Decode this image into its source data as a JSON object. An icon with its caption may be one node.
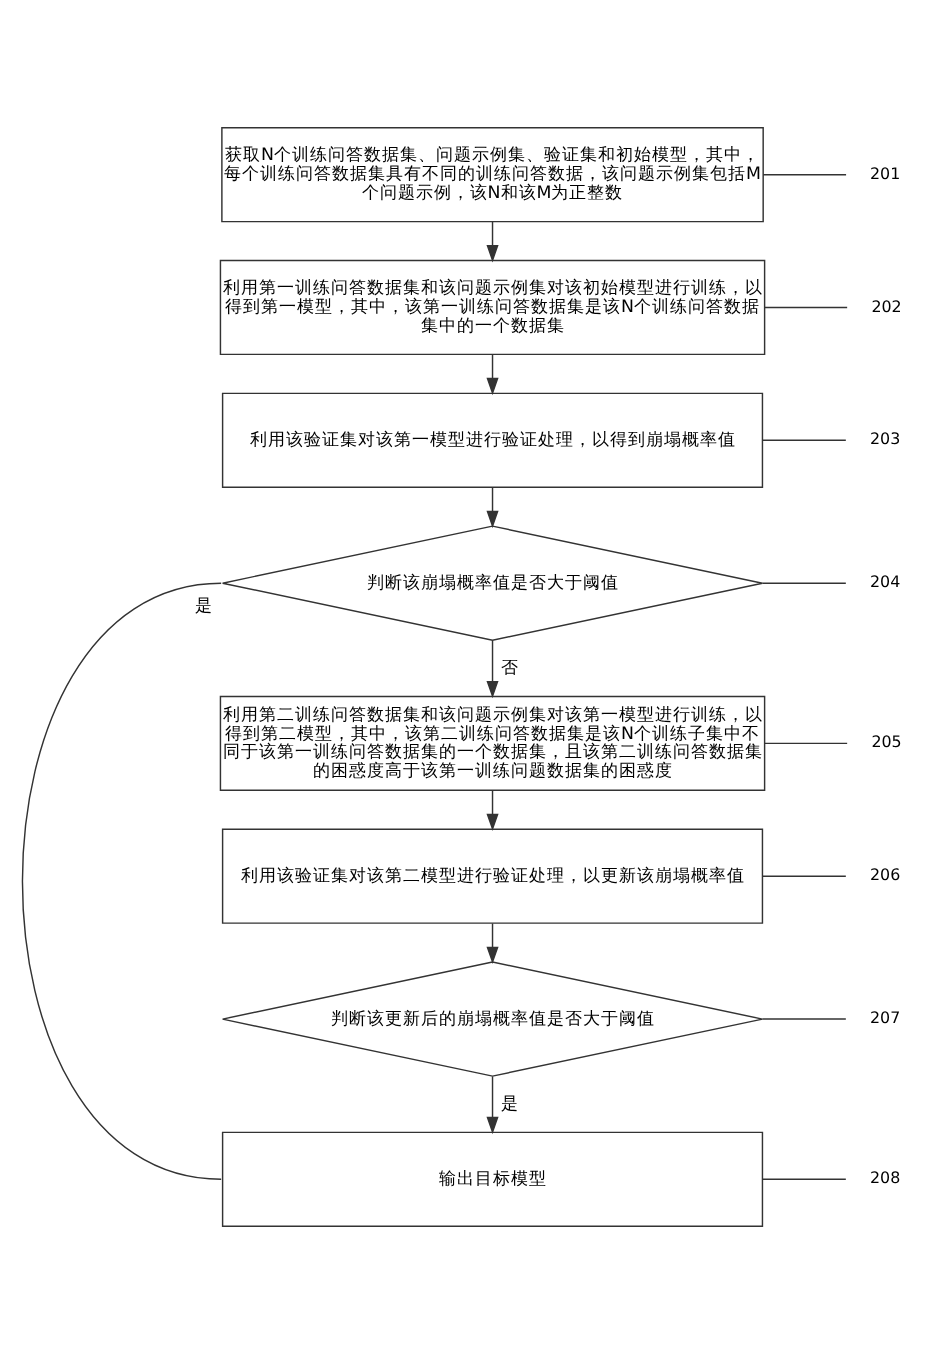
{
  "diagram": {
    "nodes": [
      {
        "text": [
          "获取N个训练问答数据集、问题示例集、验证集和初始模型，其中，每个训练问答数据集具有不同的训练问答数据，该问题示例集包括M个问题示例，该N和该M为正整数"
        ]
      },
      {
        "text": [
          "利用第一训练问答数据集和该问题示例集对该初始模型进行训练，以得到第一模型，其中，该第一训练问答数据集是该N个训练问答数据集中的一个数据集"
        ]
      },
      {
        "text": [
          "利用该验证集对该第一模型进行验证处理，以得到崩塌概率值"
        ]
      },
      {
        "text": [
          "判断该崩塌概率值是否大于阈值"
        ]
      },
      {
        "text": [
          "利用第二训练问答数据集和该问题示例集对该第一模型进行训练，以得到第二模型，其中，该第二训练问答数据集是该N个训练子集中不同于该第一训练问答数据集的一个数据集，且该第二训练问答数据集的困惑度高于该第一训练问题数据集的困惑度"
        ]
      },
      {
        "text": [
          "利用该验证集对该第二模型进行验证处理，以更新该崩塌概率值"
        ]
      },
      {
        "text": [
          "判断该更新后的崩塌概率值是否大于阈值"
        ]
      },
      {
        "text": [
          "输出目标模型"
        ]
      },
      {
        "text": [
          "201"
        ]
      },
      {
        "text": [
          "202"
        ]
      },
      {
        "text": [
          "203"
        ]
      },
      {
        "text": [
          "204"
        ]
      },
      {
        "text": [
          "205"
        ]
      },
      {
        "text": [
          "206"
        ]
      },
      {
        "text": [
          "207"
        ]
      },
      {
        "text": [
          "208"
        ]
      }
    ],
    "edges": [
      {
        "from": 0,
        "to": 1,
        "arrow": "to"
      },
      {
        "from": 1,
        "to": 2,
        "arrow": "to"
      },
      {
        "from": 2,
        "to": 3,
        "arrow": "to"
      },
      {
        "from": 3,
        "to": 4,
        "arrow": "to",
        "label": "否"
      },
      {
        "from": 4,
        "to": 5,
        "arrow": "to"
      },
      {
        "from": 5,
        "to": 6,
        "arrow": "to"
      },
      {
        "from": 3,
        "to": 7,
        "arrow": "none",
        "label": "是"
      },
      {
        "from": 6,
        "to": 7,
        "arrow": "to",
        "label": "是"
      },
      {
        "from": 8,
        "to": 0,
        "arrow": "none"
      },
      {
        "from": 9,
        "to": 1,
        "arrow": "none"
      },
      {
        "from": 10,
        "to": 2,
        "arrow": "none"
      },
      {
        "from": 11,
        "to": 3,
        "arrow": "none"
      },
      {
        "from": 12,
        "to": 4,
        "arrow": "none"
      },
      {
        "from": 13,
        "to": 5,
        "arrow": "none"
      },
      {
        "from": 14,
        "to": 6,
        "arrow": "none"
      },
      {
        "from": 15,
        "to": 7,
        "arrow": "none"
      }
    ]
  }
}
